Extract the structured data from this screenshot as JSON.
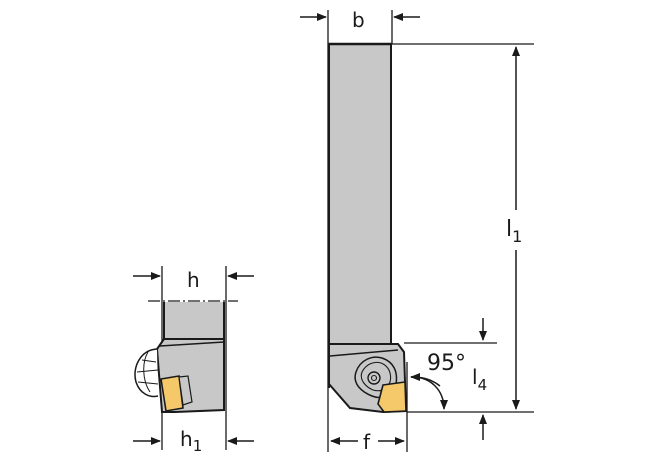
{
  "diagram": {
    "title": "Turning tool holder dimensional drawing",
    "colors": {
      "body": "#c8c8c8",
      "insert": "#f5c96a",
      "line": "#1a1a1a",
      "background": "#ffffff"
    },
    "labels": {
      "b": "b",
      "l1_main": "l",
      "l1_sub": "1",
      "l4_main": "l",
      "l4_sub": "4",
      "h": "h",
      "h1_main": "h",
      "h1_sub": "1",
      "f": "f",
      "angle": "95°"
    }
  }
}
